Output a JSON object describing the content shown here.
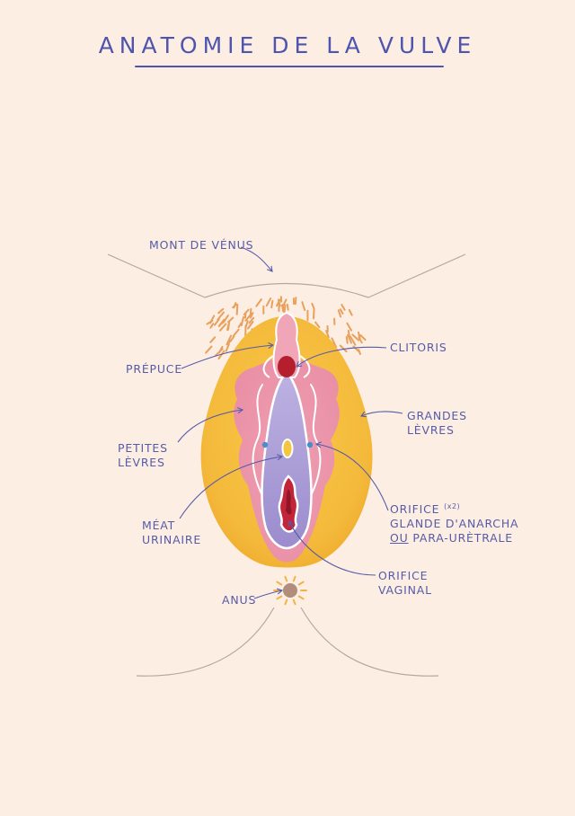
{
  "title": "ANATOMIE DE LA VULVE",
  "colors": {
    "background": "#fdeee3",
    "ink": "#4f55ad",
    "outer_labia": "#f4b93a",
    "inner_labia": "#ec98aa",
    "vestibule": "#a395d4",
    "clitoris": "#b41e2d",
    "vaginal_orifice": "#c2243a",
    "urethra": "#f2c640",
    "glands": "#4b8ccf",
    "hair": "#e8a05d",
    "anus": "#b18d7c",
    "body_outline": "#b9a69c"
  },
  "labels": {
    "mont_venus": "MONT DE VÉNUS",
    "clitoris": "CLITORIS",
    "prepuce": "PRÉPUCE",
    "grandes_1": "GRANDES",
    "grandes_2": "LÈVRES",
    "petites_1": "PETITES",
    "petites_2": "LÈVRES",
    "orifice_1": "ORIFICE",
    "orifice_x2": "(x2)",
    "orifice_2": "GLANDE D'ANARCHA",
    "orifice_3_ou": "OU",
    "orifice_3_rest": " PARA-URÈTRALE",
    "meat_1": "MÉAT",
    "meat_2": "URINAIRE",
    "vaginal_1": "ORIFICE",
    "vaginal_2": "VAGINAL",
    "anus": "ANUS"
  }
}
